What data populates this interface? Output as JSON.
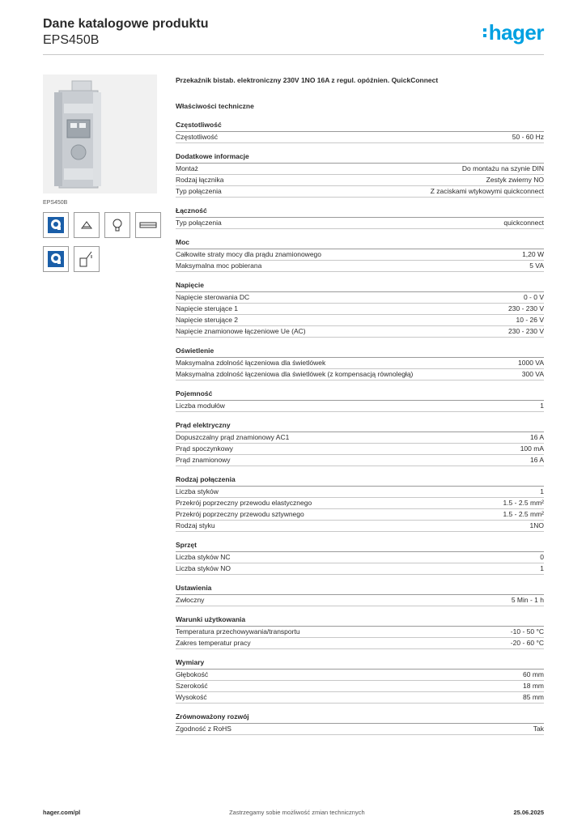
{
  "header": {
    "title": "Dane katalogowe produktu",
    "product_code": "EPS450B",
    "logo": "hager"
  },
  "product": {
    "image_label": "EPS450B",
    "description": "Przekaźnik bistab. elektroniczny 230V 1NO 16A z regul. opóźnien. QuickConnect",
    "icons": [
      "quickconnect-icon",
      "relay-icon",
      "lamp-icon",
      "fuse-icon",
      "quickconnect-icon",
      "switch-icon"
    ]
  },
  "tech_title": "Właściwości techniczne",
  "sections": [
    {
      "title": "Częstotliwość",
      "rows": [
        [
          "Częstotliwość",
          "50 - 60 Hz"
        ]
      ]
    },
    {
      "title": "Dodatkowe informacje",
      "rows": [
        [
          "Montaż",
          "Do montażu na szynie DIN"
        ],
        [
          "Rodzaj łącznika",
          "Zestyk zwierny NO"
        ],
        [
          "Typ połączenia",
          "Z zaciskami wtykowymi quickconnect"
        ]
      ]
    },
    {
      "title": "Łączność",
      "rows": [
        [
          "Typ połączenia",
          "quickconnect"
        ]
      ]
    },
    {
      "title": "Moc",
      "rows": [
        [
          "Całkowite straty mocy dla prądu znamionowego",
          "1,20 W"
        ],
        [
          "Maksymalna moc pobierana",
          "5 VA"
        ]
      ]
    },
    {
      "title": "Napięcie",
      "rows": [
        [
          "Napięcie sterowania DC",
          "0 - 0 V"
        ],
        [
          "Napięcie sterujące 1",
          "230 - 230 V"
        ],
        [
          "Napięcie sterujące 2",
          "10 - 26 V"
        ],
        [
          "Napięcie znamionowe łączeniowe Ue (AC)",
          "230 - 230 V"
        ]
      ]
    },
    {
      "title": "Oświetlenie",
      "rows": [
        [
          "Maksymalna zdolność łączeniowa dla świetlówek",
          "1000 VA"
        ],
        [
          "Maksymalna zdolność łączeniowa dla świetlówek (z kompensacją równoległą)",
          "300 VA"
        ]
      ]
    },
    {
      "title": "Pojemność",
      "rows": [
        [
          "Liczba modułów",
          "1"
        ]
      ]
    },
    {
      "title": "Prąd elektryczny",
      "rows": [
        [
          "Dopuszczalny prąd znamionowy AC1",
          "16 A"
        ],
        [
          "Prąd spoczynkowy",
          "100 mA"
        ],
        [
          "Prąd znamionowy",
          "16 A"
        ]
      ]
    },
    {
      "title": "Rodzaj połączenia",
      "rows": [
        [
          "Liczba styków",
          "1"
        ],
        [
          "Przekrój poprzeczny przewodu elastycznego",
          "1.5 - 2.5 mm²"
        ],
        [
          "Przekrój poprzeczny przewodu sztywnego",
          "1.5 - 2.5 mm²"
        ],
        [
          "Rodzaj styku",
          "1NO"
        ]
      ]
    },
    {
      "title": "Sprzęt",
      "rows": [
        [
          "Liczba styków NC",
          "0"
        ],
        [
          "Liczba styków NO",
          "1"
        ]
      ]
    },
    {
      "title": "Ustawienia",
      "rows": [
        [
          "Zwłoczny",
          "5 Min - 1 h"
        ]
      ]
    },
    {
      "title": "Warunki użytkowania",
      "rows": [
        [
          "Temperatura przechowywania/transportu",
          "-10 - 50 °C"
        ],
        [
          "Zakres temperatur pracy",
          "-20 - 60 °C"
        ]
      ]
    },
    {
      "title": "Wymiary",
      "rows": [
        [
          "Głębokość",
          "60 mm"
        ],
        [
          "Szerokość",
          "18 mm"
        ],
        [
          "Wysokość",
          "85 mm"
        ]
      ]
    },
    {
      "title": "Zrównoważony rozwój",
      "rows": [
        [
          "Zgodność z RoHS",
          "Tak"
        ]
      ]
    }
  ],
  "footer": {
    "left": "hager.com/pl",
    "middle": "Zastrzegamy sobie możliwość zmian technicznych",
    "right": "25.06.2025"
  },
  "colors": {
    "brand": "#00a0e1",
    "text": "#2b2b2b",
    "rule": "#9a9a9a"
  }
}
